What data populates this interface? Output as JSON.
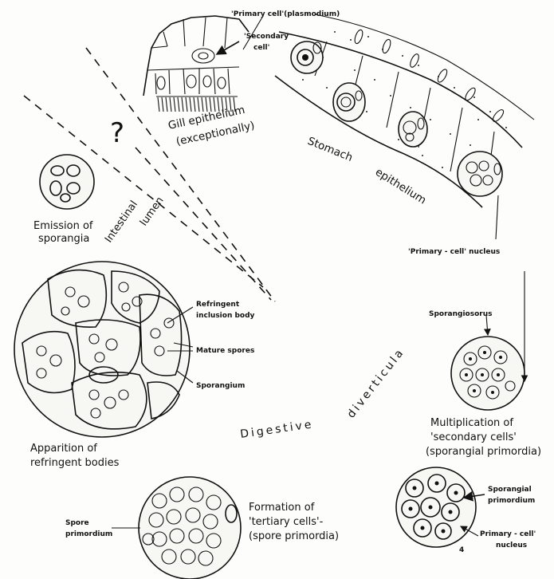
{
  "labels": {
    "primary_cell_plasmodium": "'Primary cell'(plasmodium)",
    "secondary_cell_1": "'Secondary",
    "secondary_cell_2": "cell'",
    "gill_1": "Gill epithelium",
    "gill_2": "(exceptionally)",
    "stomach": "Stomach",
    "epithelium": "epithelium",
    "question": "?",
    "emission_1": "Emission of",
    "emission_2": "sporangia",
    "intestinal": "Intestinal",
    "lumen": "lumen",
    "primary_cell_nucleus": "'Primary - cell' nucleus",
    "refringent_1": "Refringent",
    "refringent_2": "inclusion body",
    "mature_spores": "Mature spores",
    "sporangium": "Sporangium",
    "sporangiosorus": "Sporangiosorus",
    "digestive": "Digestive",
    "diverticula": "diverticula",
    "multiplication_1": "Multiplication of",
    "multiplication_2": "'secondary cells'",
    "multiplication_3": "(sporangial primordia)",
    "apparition_1": "Apparition of",
    "apparition_2": "refringent bodies",
    "sporangial_primordium_1": "Sporangial",
    "sporangial_primordium_2": "primordium",
    "primary_cell_nucleus2_1": "Primary - cell'",
    "primary_cell_nucleus2_2": "nucleus",
    "spore_primordium_1": "Spore",
    "spore_primordium_2": "primordium",
    "formation_1": "Formation of",
    "formation_2": "'tertiary cells'-",
    "formation_3": "(spore primordia)",
    "page_mark": "4"
  }
}
